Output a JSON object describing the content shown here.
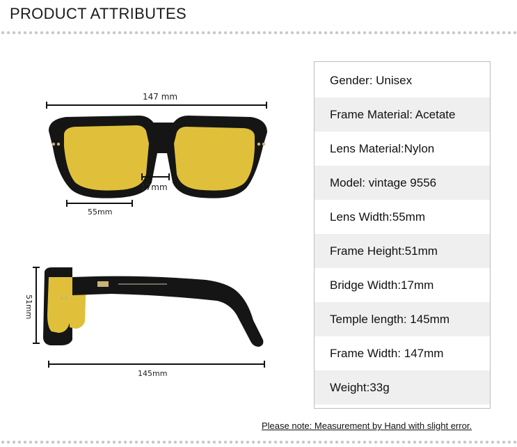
{
  "header": {
    "title": "PRODUCT ATTRIBUTES"
  },
  "dimensions": {
    "front_width": "147 mm",
    "bridge": "17mm",
    "lens_width": "55mm",
    "height": "51mm",
    "temple": "145mm"
  },
  "colors": {
    "lens": "#e0c03a",
    "frame": "#151515",
    "rivet": "#c9b27a",
    "shade": "#efefef"
  },
  "attributes": [
    {
      "text": "Gender: Unisex"
    },
    {
      "text": "Frame Material: Acetate"
    },
    {
      "text": "Lens Material:Nylon"
    },
    {
      "text": "Model: vintage 9556"
    },
    {
      "text": "Lens Width:55mm"
    },
    {
      "text": "Frame Height:51mm"
    },
    {
      "text": "Bridge Width:17mm"
    },
    {
      "text": "Temple length: 145mm"
    },
    {
      "text": "Frame Width: 147mm"
    },
    {
      "text": "Weight:33g"
    }
  ],
  "footer": {
    "note": "Please note: Measurement by Hand with slight error."
  }
}
